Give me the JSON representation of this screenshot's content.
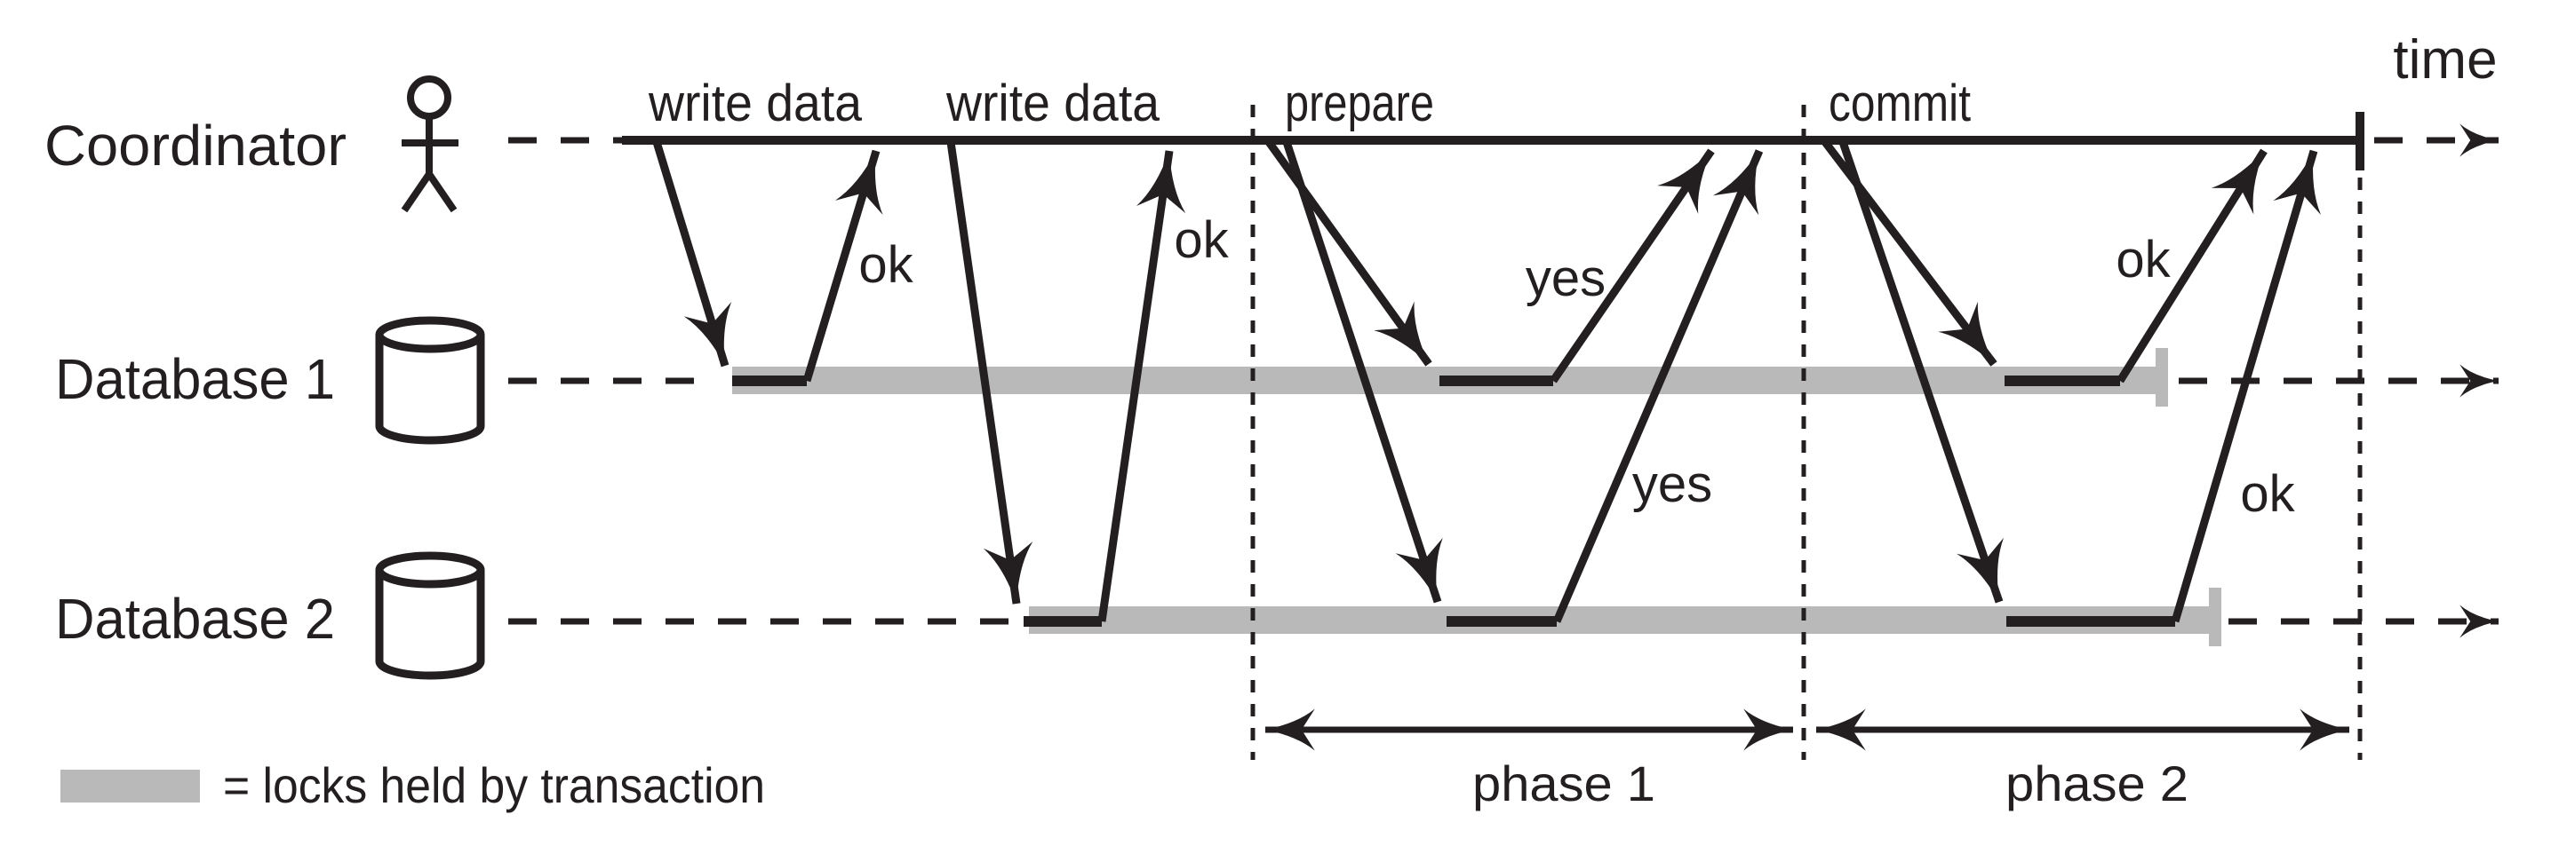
{
  "figure": {
    "lanes": [
      {
        "label": "Coordinator",
        "icon": "person"
      },
      {
        "label": "Database 1",
        "icon": "database-cylinder"
      },
      {
        "label": "Database 2",
        "icon": "database-cylinder"
      }
    ],
    "time_label": "time",
    "events": {
      "write1": "write data",
      "write2": "write data",
      "prepare": "prepare",
      "commit": "commit"
    },
    "replies": {
      "write1_ok": "ok",
      "write2_ok": "ok",
      "prepare_db1_yes": "yes",
      "prepare_db2_yes": "yes",
      "commit_db1_ok": "ok",
      "commit_db2_ok": "ok"
    },
    "phases": {
      "phase1": "phase 1",
      "phase2": "phase 2"
    },
    "legend": {
      "text": "= locks held by transaction",
      "swatch": "lock-bar-swatch"
    },
    "colors": {
      "ink": "#231f20",
      "lock_bar": "#b9b9b9",
      "background": "#ffffff"
    }
  }
}
